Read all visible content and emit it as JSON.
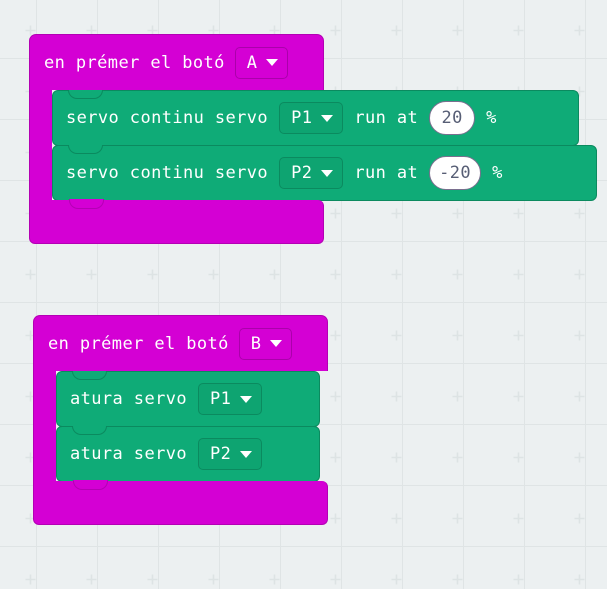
{
  "workspace": {
    "background_color": "#ecf0f1",
    "grid_color": "#dfe4e5",
    "grid_spacing": 61
  },
  "colors": {
    "event_block": "#d400d4",
    "event_block_border": "#b400b4",
    "servo_block": "#0fab77",
    "servo_block_border": "#0b8a5f",
    "dropdown_green": "#0ea471",
    "number_field_text": "#575e75",
    "block_text": "#ffffff"
  },
  "scripts": [
    {
      "id": "script-button-a",
      "hat": {
        "label": "en prémer el botó",
        "dropdown": {
          "value": "A",
          "icon": "chevron-down-icon"
        }
      },
      "body": [
        {
          "id": "servo-continuous-p1",
          "label_before": "servo continu servo",
          "dropdown": {
            "value": "P1",
            "icon": "chevron-down-icon"
          },
          "label_middle": "run at",
          "number": "20",
          "label_after": "%"
        },
        {
          "id": "servo-continuous-p2",
          "label_before": "servo continu servo",
          "dropdown": {
            "value": "P2",
            "icon": "chevron-down-icon"
          },
          "label_middle": "run at",
          "number": "-20",
          "label_after": "%"
        }
      ]
    },
    {
      "id": "script-button-b",
      "hat": {
        "label": "en prémer el botó",
        "dropdown": {
          "value": "B",
          "icon": "chevron-down-icon"
        }
      },
      "body": [
        {
          "id": "servo-stop-p1",
          "label_before": "atura servo",
          "dropdown": {
            "value": "P1",
            "icon": "chevron-down-icon"
          }
        },
        {
          "id": "servo-stop-p2",
          "label_before": "atura servo",
          "dropdown": {
            "value": "P2",
            "icon": "chevron-down-icon"
          }
        }
      ]
    }
  ]
}
